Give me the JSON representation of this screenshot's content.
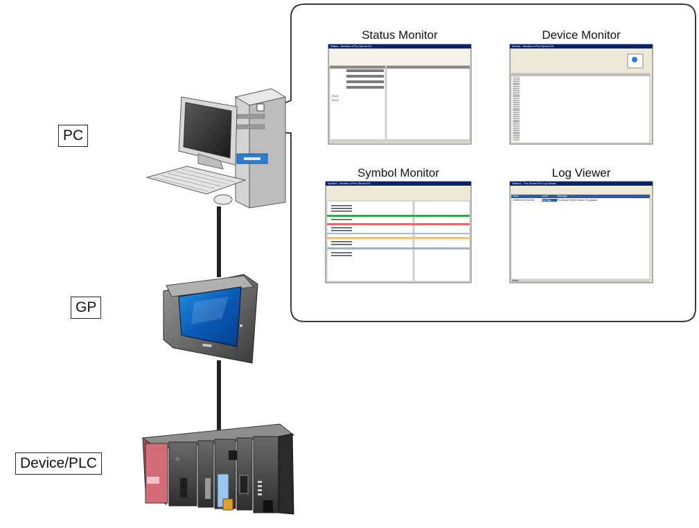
{
  "nodes": {
    "pc": "PC",
    "gp": "GP",
    "plc": "Device/PLC"
  },
  "monitors": {
    "status": {
      "title": "Status Monitor",
      "window_title": "Status - Monitor of Pro-Server EX",
      "left_pane_rows": [
        "PLC1",
        "PLC2"
      ]
    },
    "device": {
      "title": "Device Monitor",
      "window_title": "Device - Monitor of Pro-Server EX",
      "rows": [
        "LDS100",
        "LDS100",
        "LDS110",
        "LDS127",
        "LDS131",
        "LDS135",
        "LDS142",
        "LDS148",
        "LDS155",
        "LDS162",
        "LDS168",
        "LDS175",
        "LDS181",
        "LDS188",
        "LDS195",
        "LDS201",
        "LDS208",
        "LDS214",
        "LDS221",
        "LDS228",
        "LDS234",
        "LDS241",
        "LDS247",
        "LDS254",
        "LDS261",
        "LDS267",
        "LDS274",
        "LDS280",
        "LDS287",
        "LDS294",
        "LDS300",
        "LDS307",
        "LDS313"
      ]
    },
    "symbol": {
      "title": "Symbol Monitor",
      "window_title": "Symbol - Monitor of Pro-Server EX"
    },
    "log": {
      "title": "Log Viewer",
      "window_title": "Status1 - Pro-Server EX Log Viewer",
      "columns": [
        "Time",
        "Level",
        "Message"
      ],
      "entry": {
        "time": "2005/04/19 00:00:36",
        "level": "Sys Msg",
        "message": "Pro-Server EX(Pro-Server EX) started."
      },
      "status": "Ready"
    }
  },
  "colors": {
    "callout_border": "#3a3a3a",
    "link": "#222222",
    "titlebar": "#0a246a",
    "plc_red": "#d46d78",
    "plc_dark": "#3c3c3c"
  }
}
